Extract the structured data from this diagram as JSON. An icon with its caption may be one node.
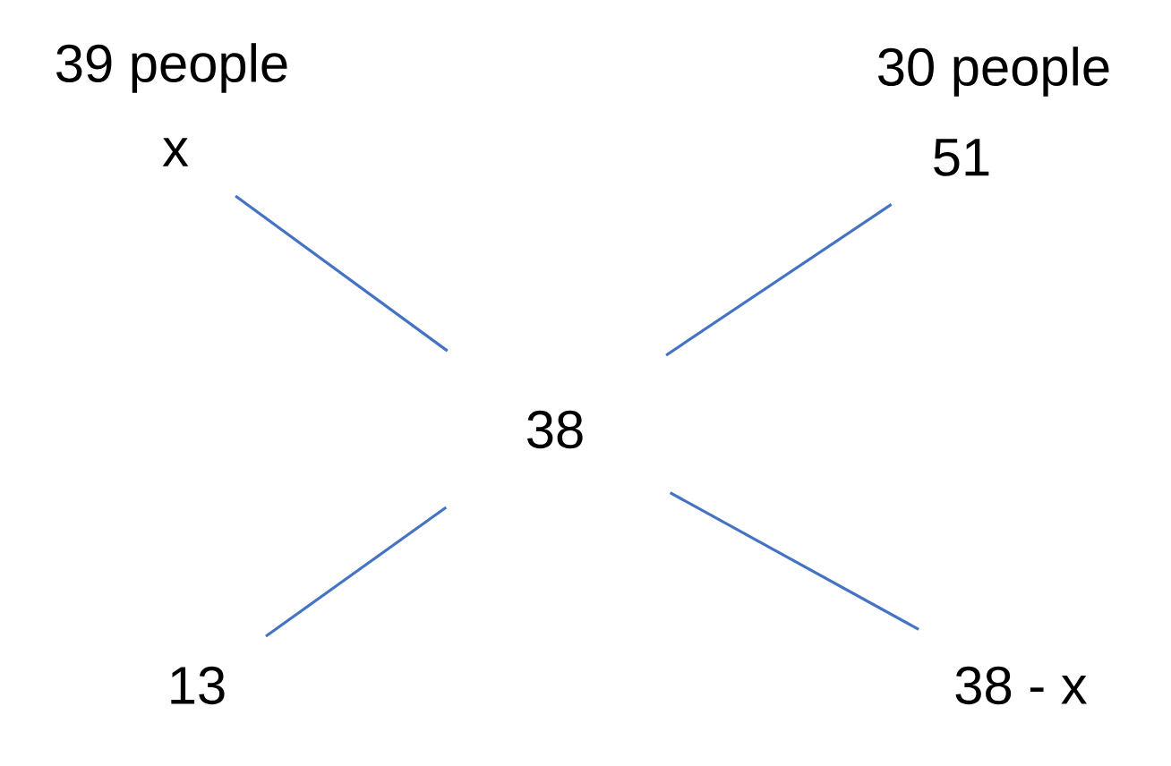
{
  "diagram": {
    "nodes": [
      {
        "text": [
          "x"
        ],
        "beside": [
          "39 people"
        ]
      },
      {
        "text": [
          "51"
        ],
        "beside": [
          "30 people"
        ]
      },
      {
        "text": [
          "38"
        ]
      },
      {
        "text": [
          "13"
        ]
      },
      {
        "text": [
          "38 - x"
        ]
      }
    ],
    "edges": [
      {
        "from": 0,
        "to": 2,
        "arrow": "none"
      },
      {
        "from": 1,
        "to": 2,
        "arrow": "none"
      },
      {
        "from": 3,
        "to": 2,
        "arrow": "none"
      },
      {
        "from": 2,
        "to": 4,
        "arrow": "none"
      }
    ]
  }
}
